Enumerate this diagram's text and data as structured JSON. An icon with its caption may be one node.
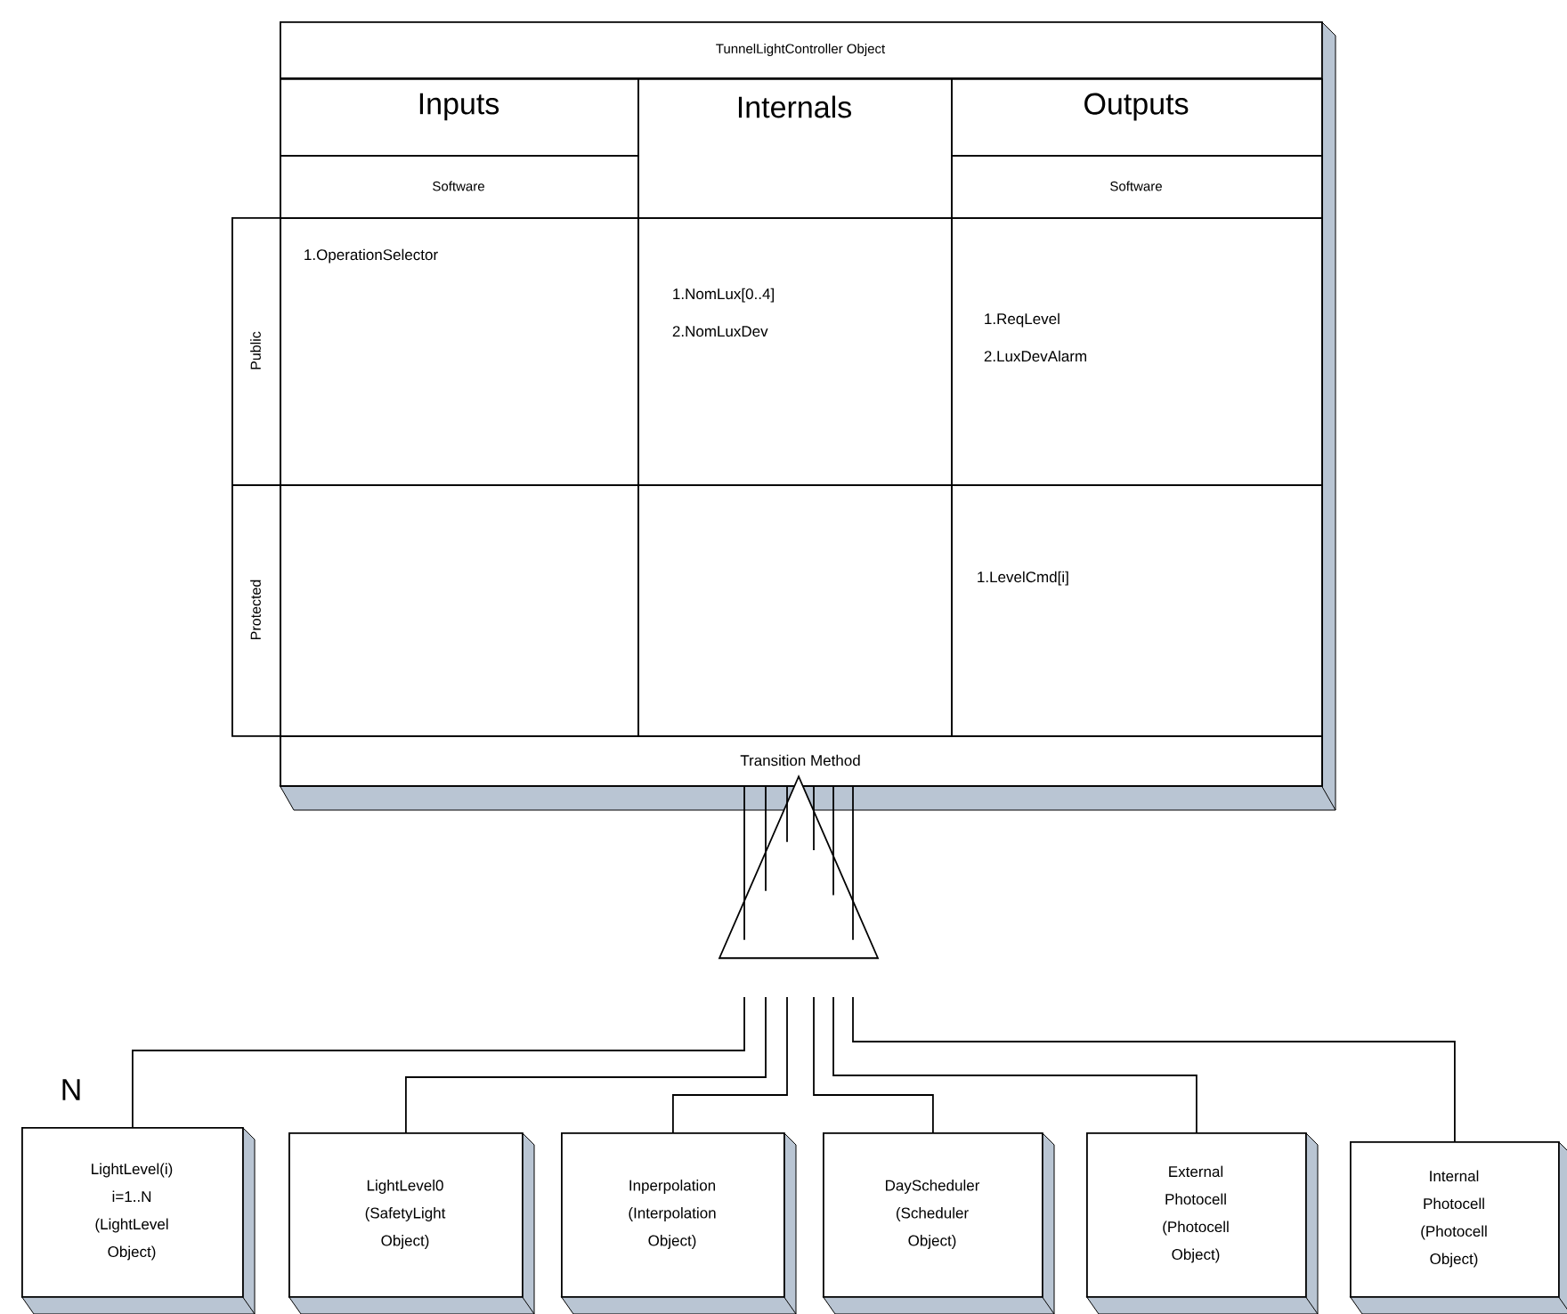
{
  "diagram": {
    "nodes": [
      {
        "text": [
          "TunnelLightController Object"
        ]
      },
      {
        "text": [
          "Inputs"
        ],
        "in": 0
      },
      {
        "text": [
          "Internals"
        ],
        "in": 0
      },
      {
        "text": [
          "Outputs"
        ],
        "in": 0
      },
      {
        "text": [
          "Software"
        ],
        "in": 0
      },
      {
        "text": [
          "Software"
        ],
        "in": 0
      },
      {
        "text": [
          "Public"
        ]
      },
      {
        "text": [
          "Protected"
        ]
      },
      {
        "text": [
          "1.OperationSelector"
        ],
        "in": 0
      },
      {
        "text": [
          "1.NomLux[0..4]",
          "2.NomLuxDev"
        ],
        "in": 0
      },
      {
        "text": [
          "1.ReqLevel",
          "2.LuxDevAlarm"
        ],
        "in": 0
      },
      {
        "text": [],
        "shape": "box",
        "in": 0
      },
      {
        "text": [],
        "shape": "box",
        "in": 0
      },
      {
        "text": [
          "1.LevelCmd[i]"
        ],
        "in": 0
      },
      {
        "text": [
          "Transition Method"
        ],
        "in": 0
      },
      {
        "text": [],
        "shape": "triangle"
      },
      {
        "text": [
          "LightLevel(i) i=1..N (LightLevel Object)"
        ]
      },
      {
        "text": [
          "LightLevel0 (SafetyLight Object)"
        ]
      },
      {
        "text": [
          "Inperpolation (Interpolation Object)"
        ]
      },
      {
        "text": [
          "DayScheduler (Scheduler Object)"
        ]
      },
      {
        "text": [
          "External Photocell (Photocell Object)"
        ]
      },
      {
        "text": [
          "Internal Photocell (Photocell Object)"
        ]
      }
    ],
    "edges": [
      {
        "from": 16,
        "to": 15,
        "arrow": "none"
      },
      {
        "from": 17,
        "to": 15,
        "arrow": "none"
      },
      {
        "from": 18,
        "to": 15,
        "arrow": "none"
      },
      {
        "from": 19,
        "to": 15,
        "arrow": "none"
      },
      {
        "from": 20,
        "to": 15,
        "arrow": "none"
      },
      {
        "from": 21,
        "to": 15,
        "arrow": "none"
      },
      {
        "from": 15,
        "to": 14,
        "arrow": "none"
      },
      {
        "from": 15,
        "to": 14,
        "arrow": "none"
      },
      {
        "from": 15,
        "to": 14,
        "arrow": "none"
      },
      {
        "from": 15,
        "to": 14,
        "arrow": "none"
      },
      {
        "from": 15,
        "to": 14,
        "arrow": "none"
      },
      {
        "from": 15,
        "to": 14,
        "arrow": "none"
      }
    ],
    "labels": [
      "N"
    ]
  }
}
